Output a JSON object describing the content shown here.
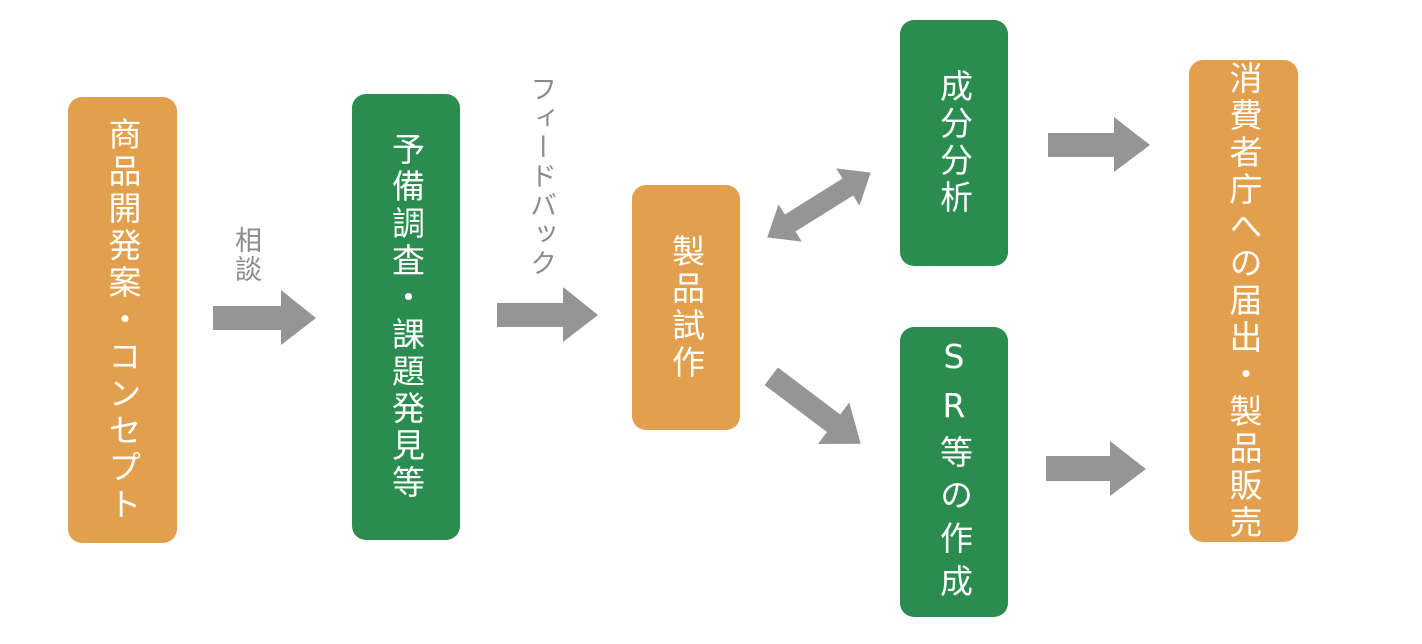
{
  "nodes": {
    "concept": "商品開発案・コンセプト",
    "survey": "予備調査・課題発見等",
    "prototype": "製品試作",
    "analysis": "成分分析",
    "sr": "SR等の作成",
    "notification": "消費者庁への届出・製品販売"
  },
  "edge_labels": {
    "consultation": "相談",
    "feedback": "フィードバック"
  },
  "colors": {
    "orange": "#e2a04e",
    "green": "#2b8c50",
    "arrow": "#959595"
  }
}
